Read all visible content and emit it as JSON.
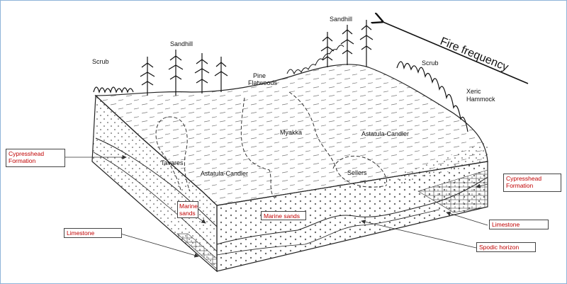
{
  "labels": {
    "scrub_left": "Scrub",
    "sandhill_left": "Sandhill",
    "sandhill_right": "Sandhill",
    "scrub_right": "Scrub",
    "pine": "Pine",
    "flatwoods": "Flatwoods",
    "xeric": "Xeric",
    "hammock": "Hammock",
    "fire_frequency": "Fire frequency",
    "myakka": "Myakka",
    "astatula_right": "Astatula-Candler",
    "astatula_left": "Astatula-Candler",
    "tavares": "Tavares",
    "sellers": "Sellers"
  },
  "callouts": {
    "cypresshead_left": [
      "Cypresshead",
      "Formation"
    ],
    "marine_sands_box": [
      "Marine",
      "sands"
    ],
    "marine_sands_front": "Marine sands",
    "limestone_left": "Limestone",
    "cypresshead_right": [
      "Cypresshead",
      "Formation"
    ],
    "limestone_right": "Limestone",
    "spodic": "Spodic horizon"
  },
  "colors": {
    "callout_text": "#c00000",
    "frame": "#8eb4d8",
    "ink": "#111111"
  }
}
